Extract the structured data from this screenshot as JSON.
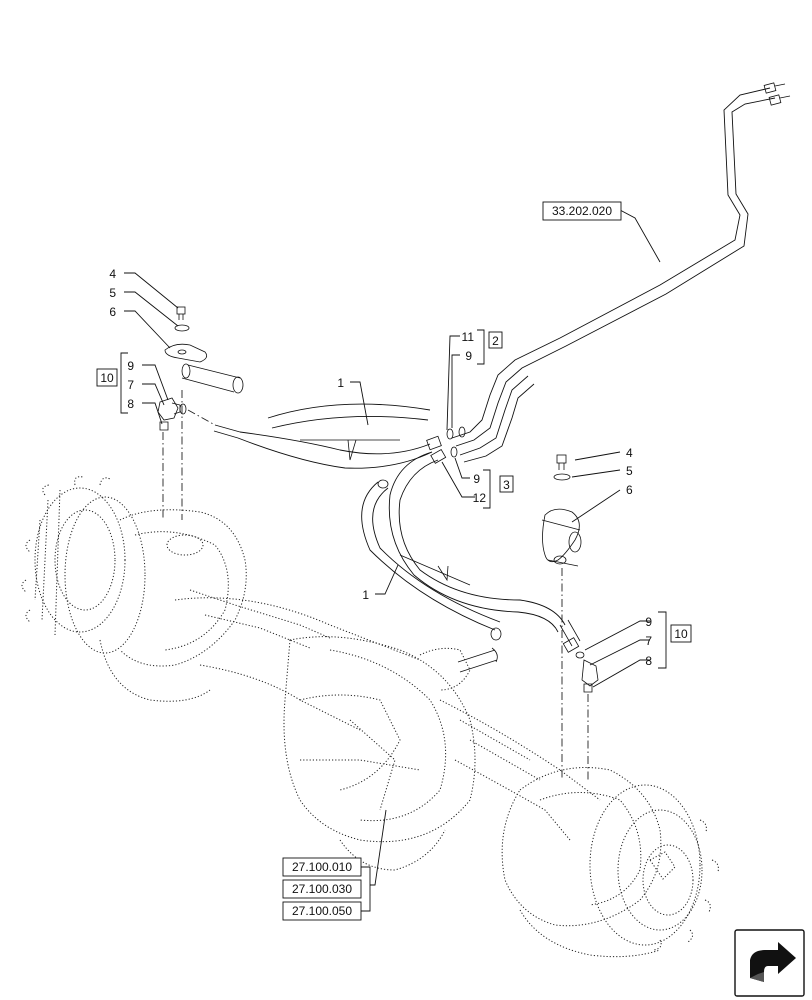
{
  "callouts": {
    "c1a": "1",
    "c1b": "1",
    "c4a": "4",
    "c5a": "5",
    "c6a": "6",
    "c4b": "4",
    "c5b": "5",
    "c6b": "6",
    "c9a": "9",
    "c7a": "7",
    "c8a": "8",
    "c9b": "9",
    "c7b": "7",
    "c8b": "8",
    "c11": "11",
    "c9c": "9",
    "c9d": "9",
    "c12": "12"
  },
  "groups": {
    "g10a": "10",
    "g10b": "10",
    "g2": "2",
    "g3": "3"
  },
  "references": {
    "ref_top": "33.202.020",
    "ref_axle_1": "27.100.010",
    "ref_axle_2": "27.100.030",
    "ref_axle_3": "27.100.050"
  },
  "nav_icon": "next-page-arrow-icon"
}
